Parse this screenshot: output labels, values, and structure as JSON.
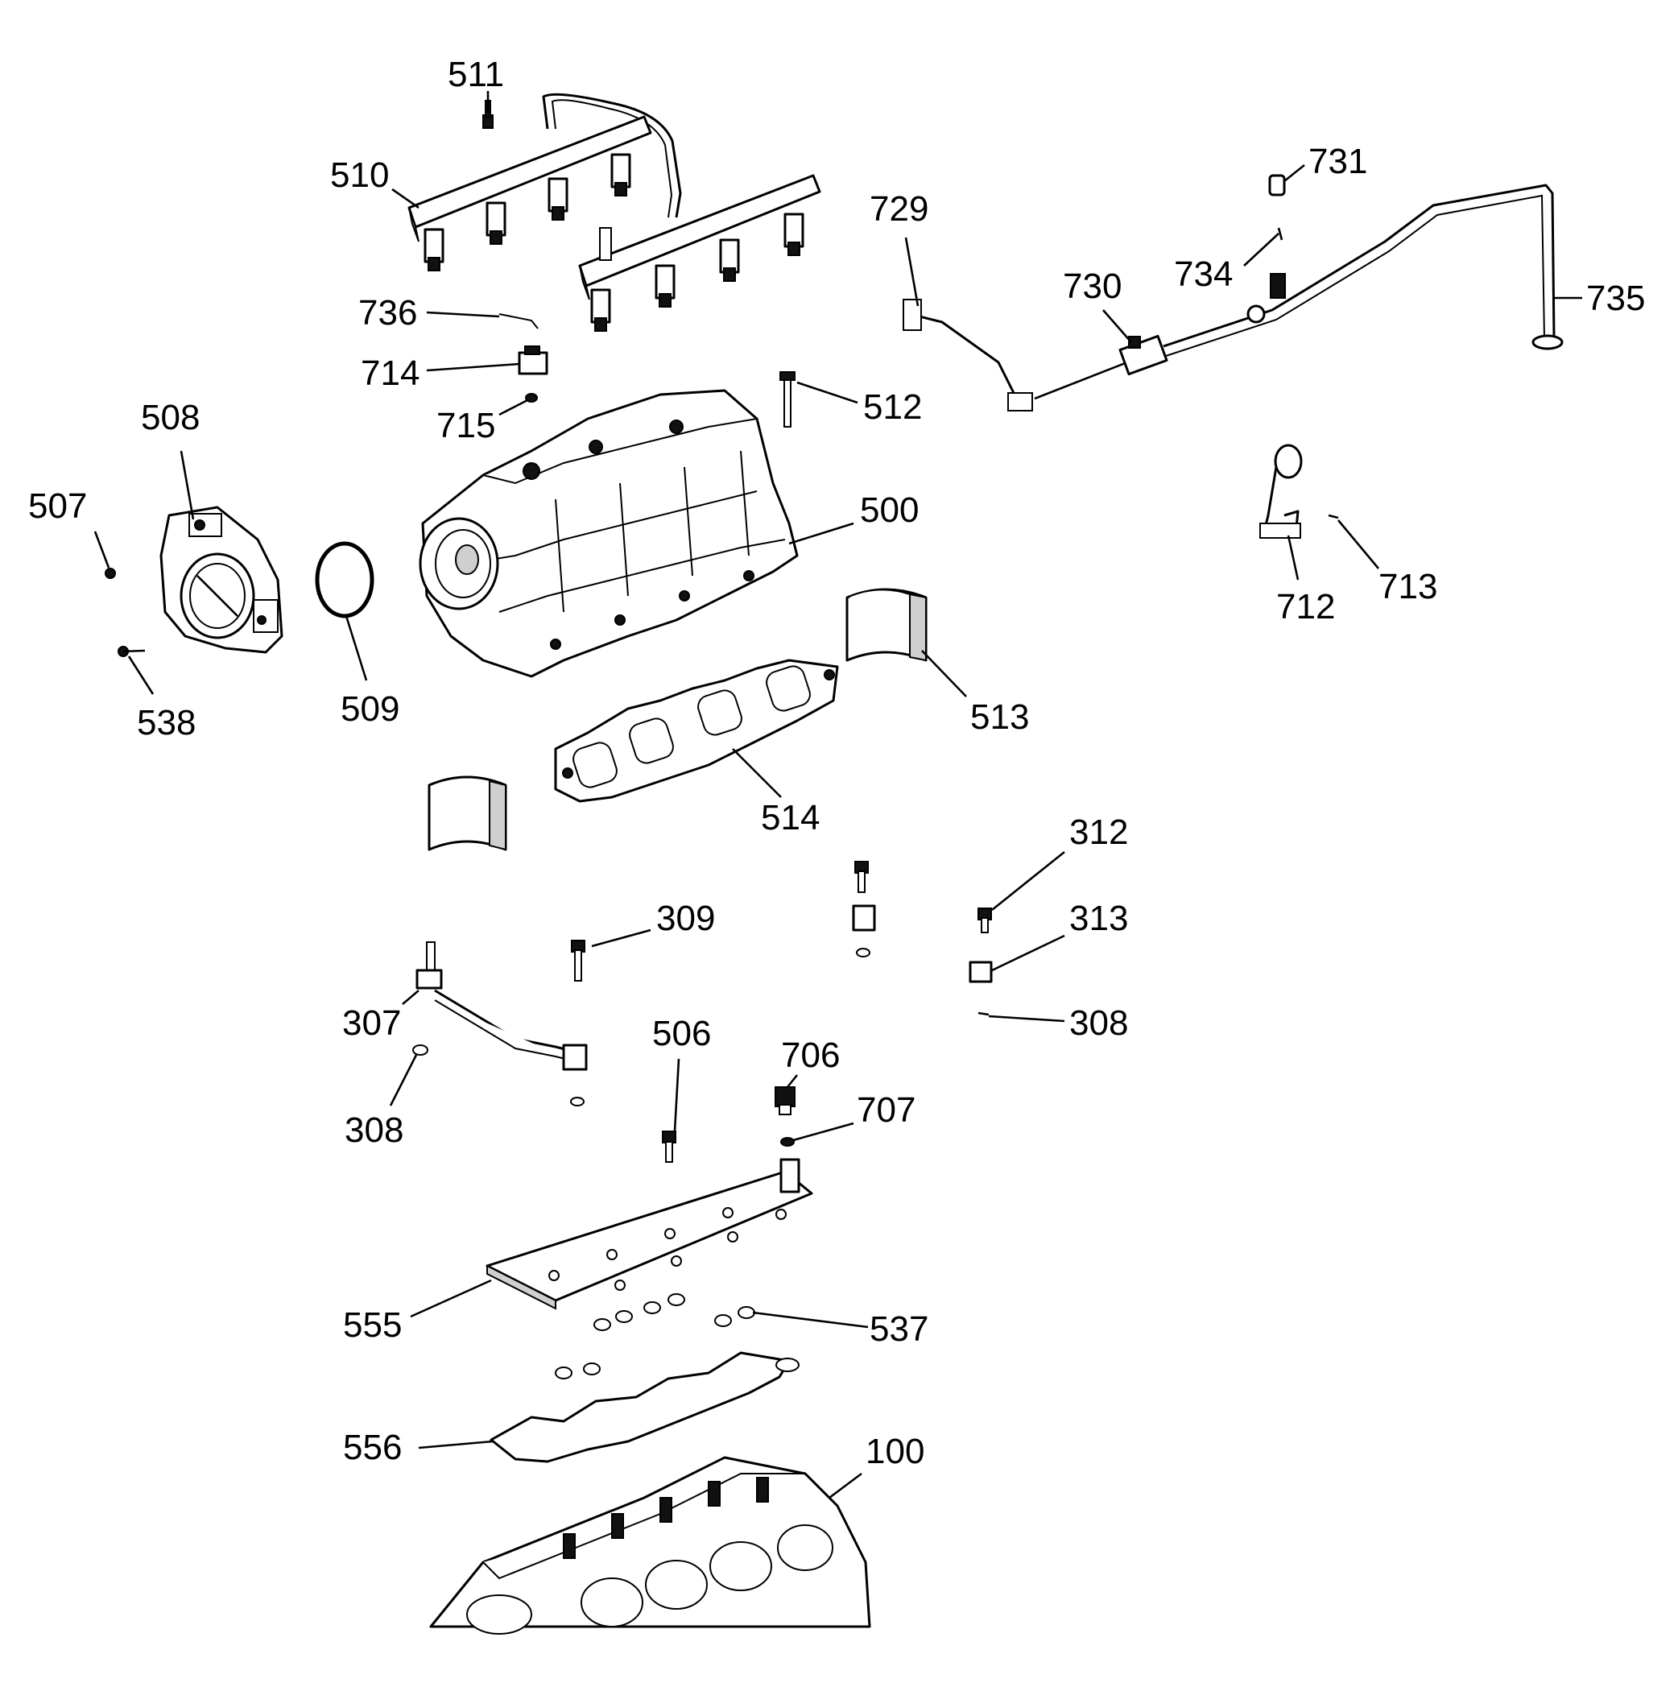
{
  "diagram": {
    "callouts": [
      {
        "id": "c511",
        "text": "511"
      },
      {
        "id": "c510",
        "text": "510"
      },
      {
        "id": "c731",
        "text": "731"
      },
      {
        "id": "c729",
        "text": "729"
      },
      {
        "id": "c734",
        "text": "734"
      },
      {
        "id": "c730",
        "text": "730"
      },
      {
        "id": "c735",
        "text": "735"
      },
      {
        "id": "c736",
        "text": "736"
      },
      {
        "id": "c714",
        "text": "714"
      },
      {
        "id": "c715",
        "text": "715"
      },
      {
        "id": "c512",
        "text": "512"
      },
      {
        "id": "c508",
        "text": "508"
      },
      {
        "id": "c507",
        "text": "507"
      },
      {
        "id": "c500",
        "text": "500"
      },
      {
        "id": "c712",
        "text": "712"
      },
      {
        "id": "c713",
        "text": "713"
      },
      {
        "id": "c509",
        "text": "509"
      },
      {
        "id": "c538",
        "text": "538"
      },
      {
        "id": "c513",
        "text": "513"
      },
      {
        "id": "c514",
        "text": "514"
      },
      {
        "id": "c312",
        "text": "312"
      },
      {
        "id": "c309",
        "text": "309"
      },
      {
        "id": "c313",
        "text": "313"
      },
      {
        "id": "c307",
        "text": "307"
      },
      {
        "id": "c308a",
        "text": "308"
      },
      {
        "id": "c308b",
        "text": "308"
      },
      {
        "id": "c506",
        "text": "506"
      },
      {
        "id": "c706",
        "text": "706"
      },
      {
        "id": "c707",
        "text": "707"
      },
      {
        "id": "c555",
        "text": "555"
      },
      {
        "id": "c537",
        "text": "537"
      },
      {
        "id": "c556",
        "text": "556"
      },
      {
        "id": "c100",
        "text": "100"
      }
    ]
  }
}
